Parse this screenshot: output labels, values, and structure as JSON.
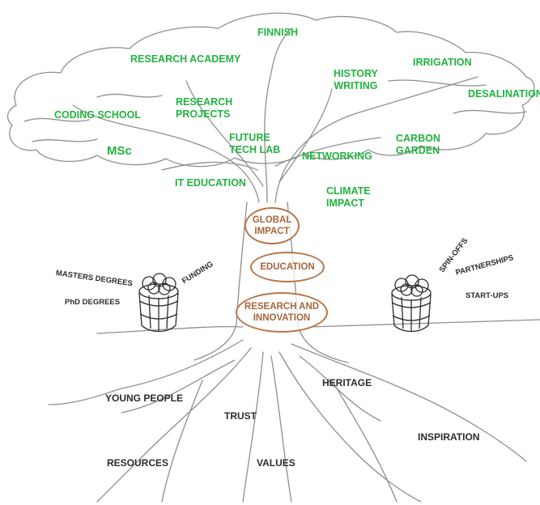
{
  "branches": {
    "finnish": "FINNISH",
    "research_academy": "RESEARCH ACADEMY",
    "history_writing_1": "HISTORY",
    "history_writing_2": "WRITING",
    "irrigation": "IRRIGATION",
    "desalination": "DESALINATION",
    "coding_school": "CODING SCHOOL",
    "research_projects_1": "RESEARCH",
    "research_projects_2": "PROJECTS",
    "msc": "MSc",
    "future_tech_lab_1": "FUTURE",
    "future_tech_lab_2": "TECH LAB",
    "networking": "NETWORKING",
    "carbon_garden_1": "CARBON",
    "carbon_garden_2": "GARDEN",
    "it_education": "IT EDUCATION",
    "climate_impact_1": "CLIMATE",
    "climate_impact_2": "IMPACT"
  },
  "trunk": {
    "global_impact_1": "GLOBAL",
    "global_impact_2": "IMPACT",
    "education": "EDUCATION",
    "research_innovation_1": "RESEARCH AND",
    "research_innovation_2": "INNOVATION"
  },
  "left_basket": {
    "masters_degrees": "MASTERS DEGREES",
    "phd_degrees": "PhD DEGREES",
    "funding": "FUNDING"
  },
  "right_basket": {
    "spin_offs": "SPIN-OFFS",
    "partnerships": "PARTNERSHIPS",
    "start_ups": "START-UPS"
  },
  "roots": {
    "young_people": "YOUNG PEOPLE",
    "heritage": "HERITAGE",
    "trust": "TRUST",
    "inspiration": "INSPIRATION",
    "resources": "RESOURCES",
    "values": "VALUES"
  },
  "colors": {
    "branch_text": "#21b33f",
    "trunk_oval": "#b5764c",
    "sketch_line": "#8a8a8a"
  }
}
